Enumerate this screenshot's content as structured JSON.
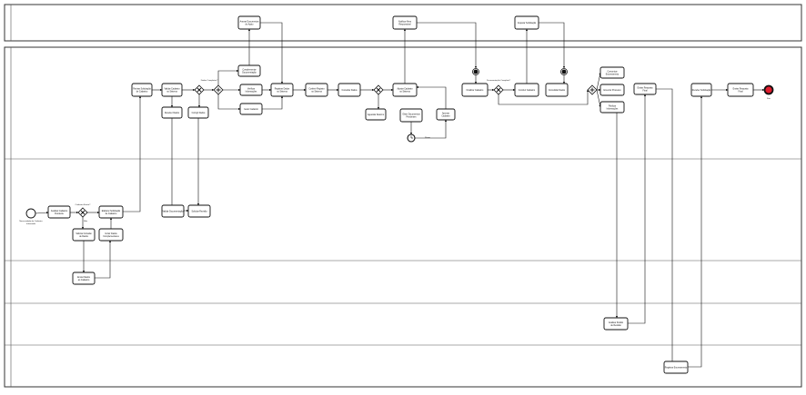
{
  "diagram": {
    "pools": [
      {
        "id": "pool-top",
        "label": ""
      },
      {
        "id": "pool-main",
        "label": ""
      }
    ],
    "lanes": [
      {
        "id": "lane-1",
        "label": ""
      },
      {
        "id": "lane-2",
        "label": ""
      },
      {
        "id": "lane-3",
        "label": ""
      },
      {
        "id": "lane-4",
        "label": ""
      },
      {
        "id": "lane-5",
        "label": ""
      }
    ],
    "tasks": [
      {
        "id": "t-start-label",
        "label": "Necessidade de Cadastro",
        "sub": "Informado"
      },
      {
        "id": "t-analisa",
        "label": "Analisar Cadastro",
        "sub": "Pendente"
      },
      {
        "id": "t-elab",
        "label": "Elaborar Solicitação",
        "sub": "de Cadastro"
      },
      {
        "id": "t-solicita",
        "label": "Solicitar Inclusão",
        "sub": "de Dados"
      },
      {
        "id": "t-complemento",
        "label": "Incluir Dados",
        "sub": "Complementares"
      },
      {
        "id": "t-envia-dados",
        "label": "Enviar Dados",
        "sub": "ao Cadastro"
      },
      {
        "id": "t-revisa",
        "label": "Revisar Solicitação",
        "sub": "de Cadastro"
      },
      {
        "id": "t-valida",
        "label": "Validar Cadastro",
        "sub": "no Sistema"
      },
      {
        "id": "t-receber",
        "label": "Receber Dados",
        "sub": ""
      },
      {
        "id": "t-corrige",
        "label": "Corrigir Dados",
        "sub": ""
      },
      {
        "id": "t-doc-top",
        "label": "Anexar Documentos",
        "sub": "de Apoio"
      },
      {
        "id": "t-compl-doc",
        "label": "Complementar",
        "sub": "Documentação"
      },
      {
        "id": "t-verifica",
        "label": "Verificar",
        "sub": "Informações"
      },
      {
        "id": "t-gera",
        "label": "Gerar Cadastro",
        "sub": ""
      },
      {
        "id": "t-registra",
        "label": "Registrar Dados",
        "sub": "no Sistema"
      },
      {
        "id": "t-confere",
        "label": "Conferir Registro",
        "sub": "no Sistema"
      },
      {
        "id": "t-notifica-top",
        "label": "Notificar Área",
        "sub": "Responsável"
      },
      {
        "id": "t-consulta",
        "label": "Consultar Dados",
        "sub": ""
      },
      {
        "id": "t-ajusta",
        "label": "Ajustar Cadastro",
        "sub": "no Sistema"
      },
      {
        "id": "t-aguarda",
        "label": "Aguardar Retorno",
        "sub": ""
      },
      {
        "id": "t-obter",
        "label": "Obter Documentos",
        "sub": "Pendentes"
      },
      {
        "id": "t-aprova",
        "label": "Aprovar",
        "sub": "Cadastro"
      },
      {
        "id": "t-finaliza",
        "label": "Finalizar Cadastro",
        "sub": ""
      },
      {
        "id": "t-arquiva-top",
        "label": "Arquivar Solicitação",
        "sub": ""
      },
      {
        "id": "t-conclui",
        "label": "Concluir Cadastro",
        "sub": ""
      },
      {
        "id": "t-consolida",
        "label": "Consolidar Dados",
        "sub": ""
      },
      {
        "id": "t-comunica",
        "label": "Comunicar",
        "sub": "Encerramento"
      },
      {
        "id": "t-fecha",
        "label": "Encerrar Processo",
        "sub": ""
      },
      {
        "id": "t-publica",
        "label": "Publicar",
        "sub": "Informações"
      },
      {
        "id": "t-envia-final",
        "label": "Enviar Resposta",
        "sub": "Final"
      },
      {
        "id": "t-lane2-a",
        "label": "Solicitar Revisão",
        "sub": ""
      },
      {
        "id": "t-lane2-b",
        "label": "Validar Documentação",
        "sub": ""
      },
      {
        "id": "t-lane3-a",
        "label": "Receber Solicitação",
        "sub": ""
      },
      {
        "id": "t-lane4-a",
        "label": "Analisar Pedido",
        "sub": "de Revisão"
      },
      {
        "id": "t-lane5-a",
        "label": "Registrar Encerramento",
        "sub": ""
      }
    ],
    "gateway_labels": [
      {
        "id": "g1-label",
        "text": "Cadastro Existe?"
      },
      {
        "id": "g1-no",
        "text": "Não"
      },
      {
        "id": "g3-label",
        "text": "Dados Completos?"
      },
      {
        "id": "g5-label",
        "text": "Documentação Completa?"
      }
    ],
    "end_label": "Fim",
    "timer_label": "Prazo"
  }
}
